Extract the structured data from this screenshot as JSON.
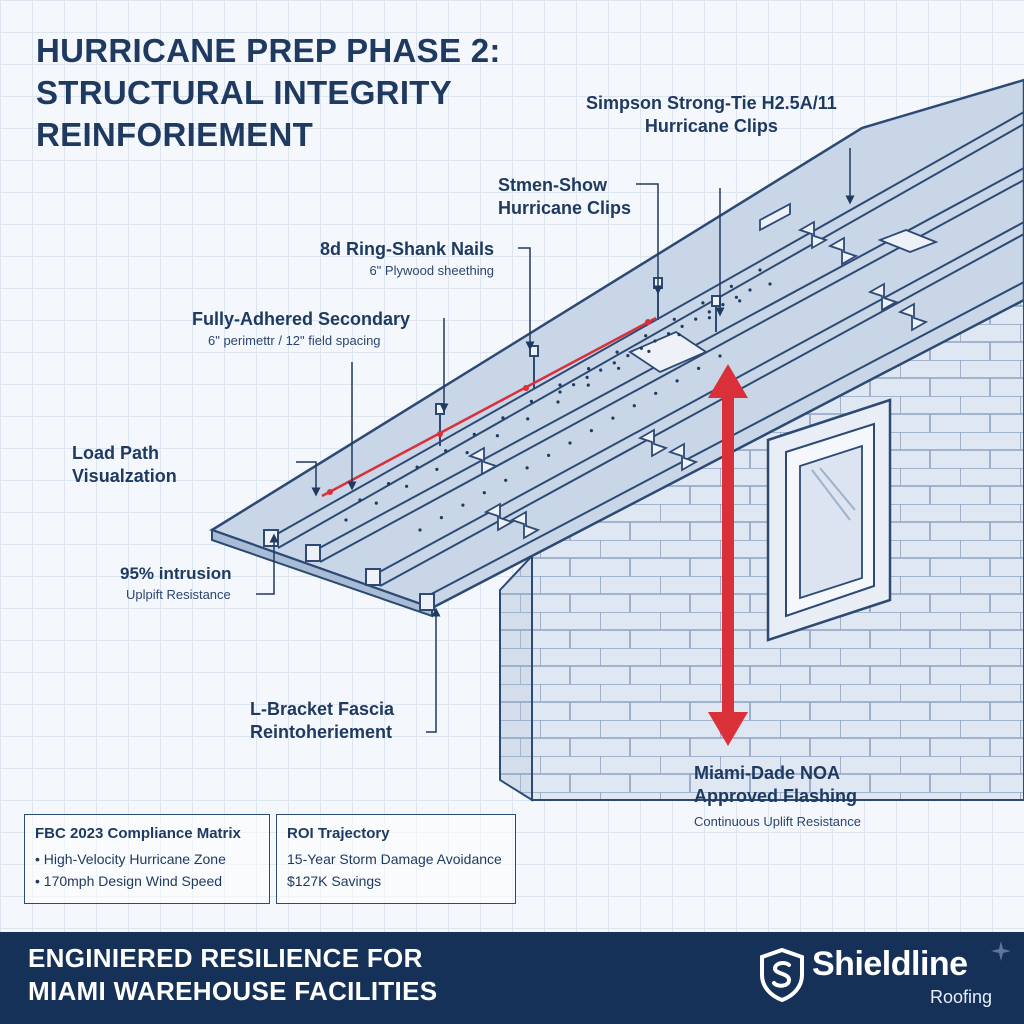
{
  "title": {
    "line1": "HURRICANE PREP PHASE 2:",
    "line2": "STRUCTURAL INTEGRITY",
    "line3": "REINFORIEMENT"
  },
  "callouts": {
    "simpson": {
      "line1": "Simpson Strong-Tie H2.5A/11",
      "line2": "Hurricane Clips"
    },
    "stmen": {
      "line1": "Stmen-Show",
      "line2": "Hurricane Clips"
    },
    "nails": {
      "main": "8d Ring-Shank Nails",
      "sub": "6\" Plywood sheething"
    },
    "secondary": {
      "main": "Fully-Adhered Secondary",
      "sub": "6\" perimettr / 12\" field spacing"
    },
    "load_path": {
      "line1": "Load Path",
      "line2": "Visualzation"
    },
    "uplift": {
      "main": "95% intrusion",
      "sub": "Uplpift Resistance"
    },
    "fascia": {
      "line1": "L-Bracket Fascia",
      "line2": "Reintoheriement"
    },
    "flashing": {
      "line1": "Miami-Dade NOA",
      "line2": "Approved Flashing",
      "sub": "Continuous Uplift Resistance"
    }
  },
  "boxes": {
    "compliance": {
      "heading": "FBC 2023 Compliance Matrix",
      "items": [
        "• High-Velocity Hurricane Zone",
        "• 170mph Design Wind Speed"
      ]
    },
    "roi": {
      "heading": "ROI Trajectory",
      "items": [
        "15-Year Storm Damage Avoidance",
        "$127K Savings"
      ]
    }
  },
  "footer": {
    "tagline_line1": "ENGINIERED RESILIENCE FOR",
    "tagline_line2": "MIAMI WAREHOUSE FACILITIES",
    "brand_name": "Shieldline",
    "brand_sub": "Roofing"
  },
  "colors": {
    "navy": "#1f3a60",
    "footer_bg": "#163158",
    "load_path_red": "#d9303a",
    "roof_fill": "#c9d6e8",
    "wall_fill": "#dfe7f2"
  },
  "icons": [
    "shield-logo-icon",
    "sparkle-icon"
  ]
}
